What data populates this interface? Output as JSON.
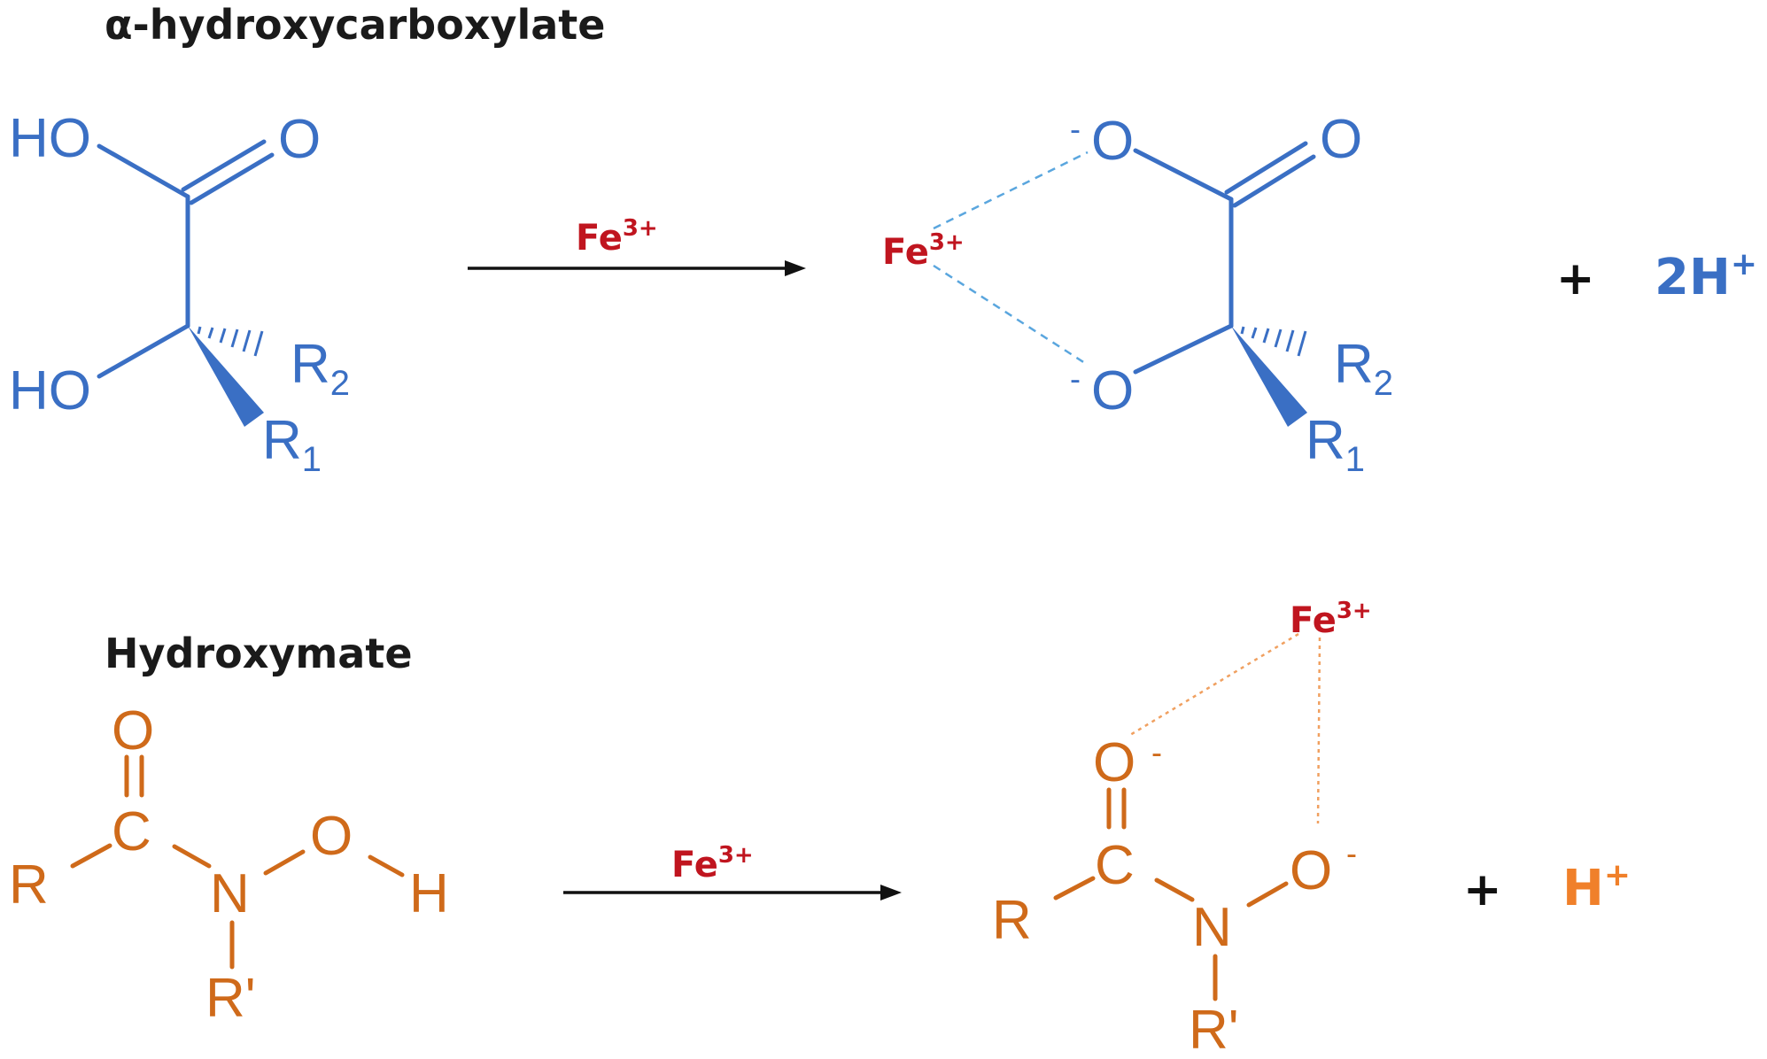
{
  "reactions": {
    "top": {
      "title": "α-hydroxycarboxylate",
      "reagent": {
        "symbol": "Fe",
        "charge": "3+"
      },
      "complex_fe": {
        "symbol": "Fe",
        "charge": "3+"
      },
      "plus": "+",
      "byproduct": {
        "base": "2H",
        "charge": "+"
      },
      "reactant_atoms": {
        "ho_top": "HO",
        "o_top": "O",
        "ho_bottom": "HO",
        "r2": "R",
        "r2_sub": "2",
        "r1": "R",
        "r1_sub": "1"
      },
      "product_atoms": {
        "o_neg_top_minus": "-",
        "o_neg_top": "O",
        "o_top": "O",
        "o_neg_bottom_minus": "-",
        "o_neg_bottom": "O",
        "r2": "R",
        "r2_sub": "2",
        "r1": "R",
        "r1_sub": "1"
      }
    },
    "bottom": {
      "title": "Hydroxymate",
      "reagent": {
        "symbol": "Fe",
        "charge": "3+"
      },
      "complex_fe": {
        "symbol": "Fe",
        "charge": "3+"
      },
      "plus": "+",
      "byproduct": {
        "base": "H",
        "charge": "+"
      },
      "reactant_atoms": {
        "o": "O",
        "c": "C",
        "r": "R",
        "n": "N",
        "o2": "O",
        "h": "H",
        "r_prime": "R'"
      },
      "product_atoms": {
        "o": "O",
        "o_minus": "-",
        "c": "C",
        "r": "R",
        "n": "N",
        "o2": "O",
        "o2_minus": "-",
        "r_prime": "R'"
      }
    }
  },
  "colors": {
    "top_molecule": "#3a6fc4",
    "bottom_molecule": "#cf6a1a",
    "iron": "#c0151f",
    "top_coordination": "#5aa6de",
    "bottom_coordination": "#f0a060"
  }
}
